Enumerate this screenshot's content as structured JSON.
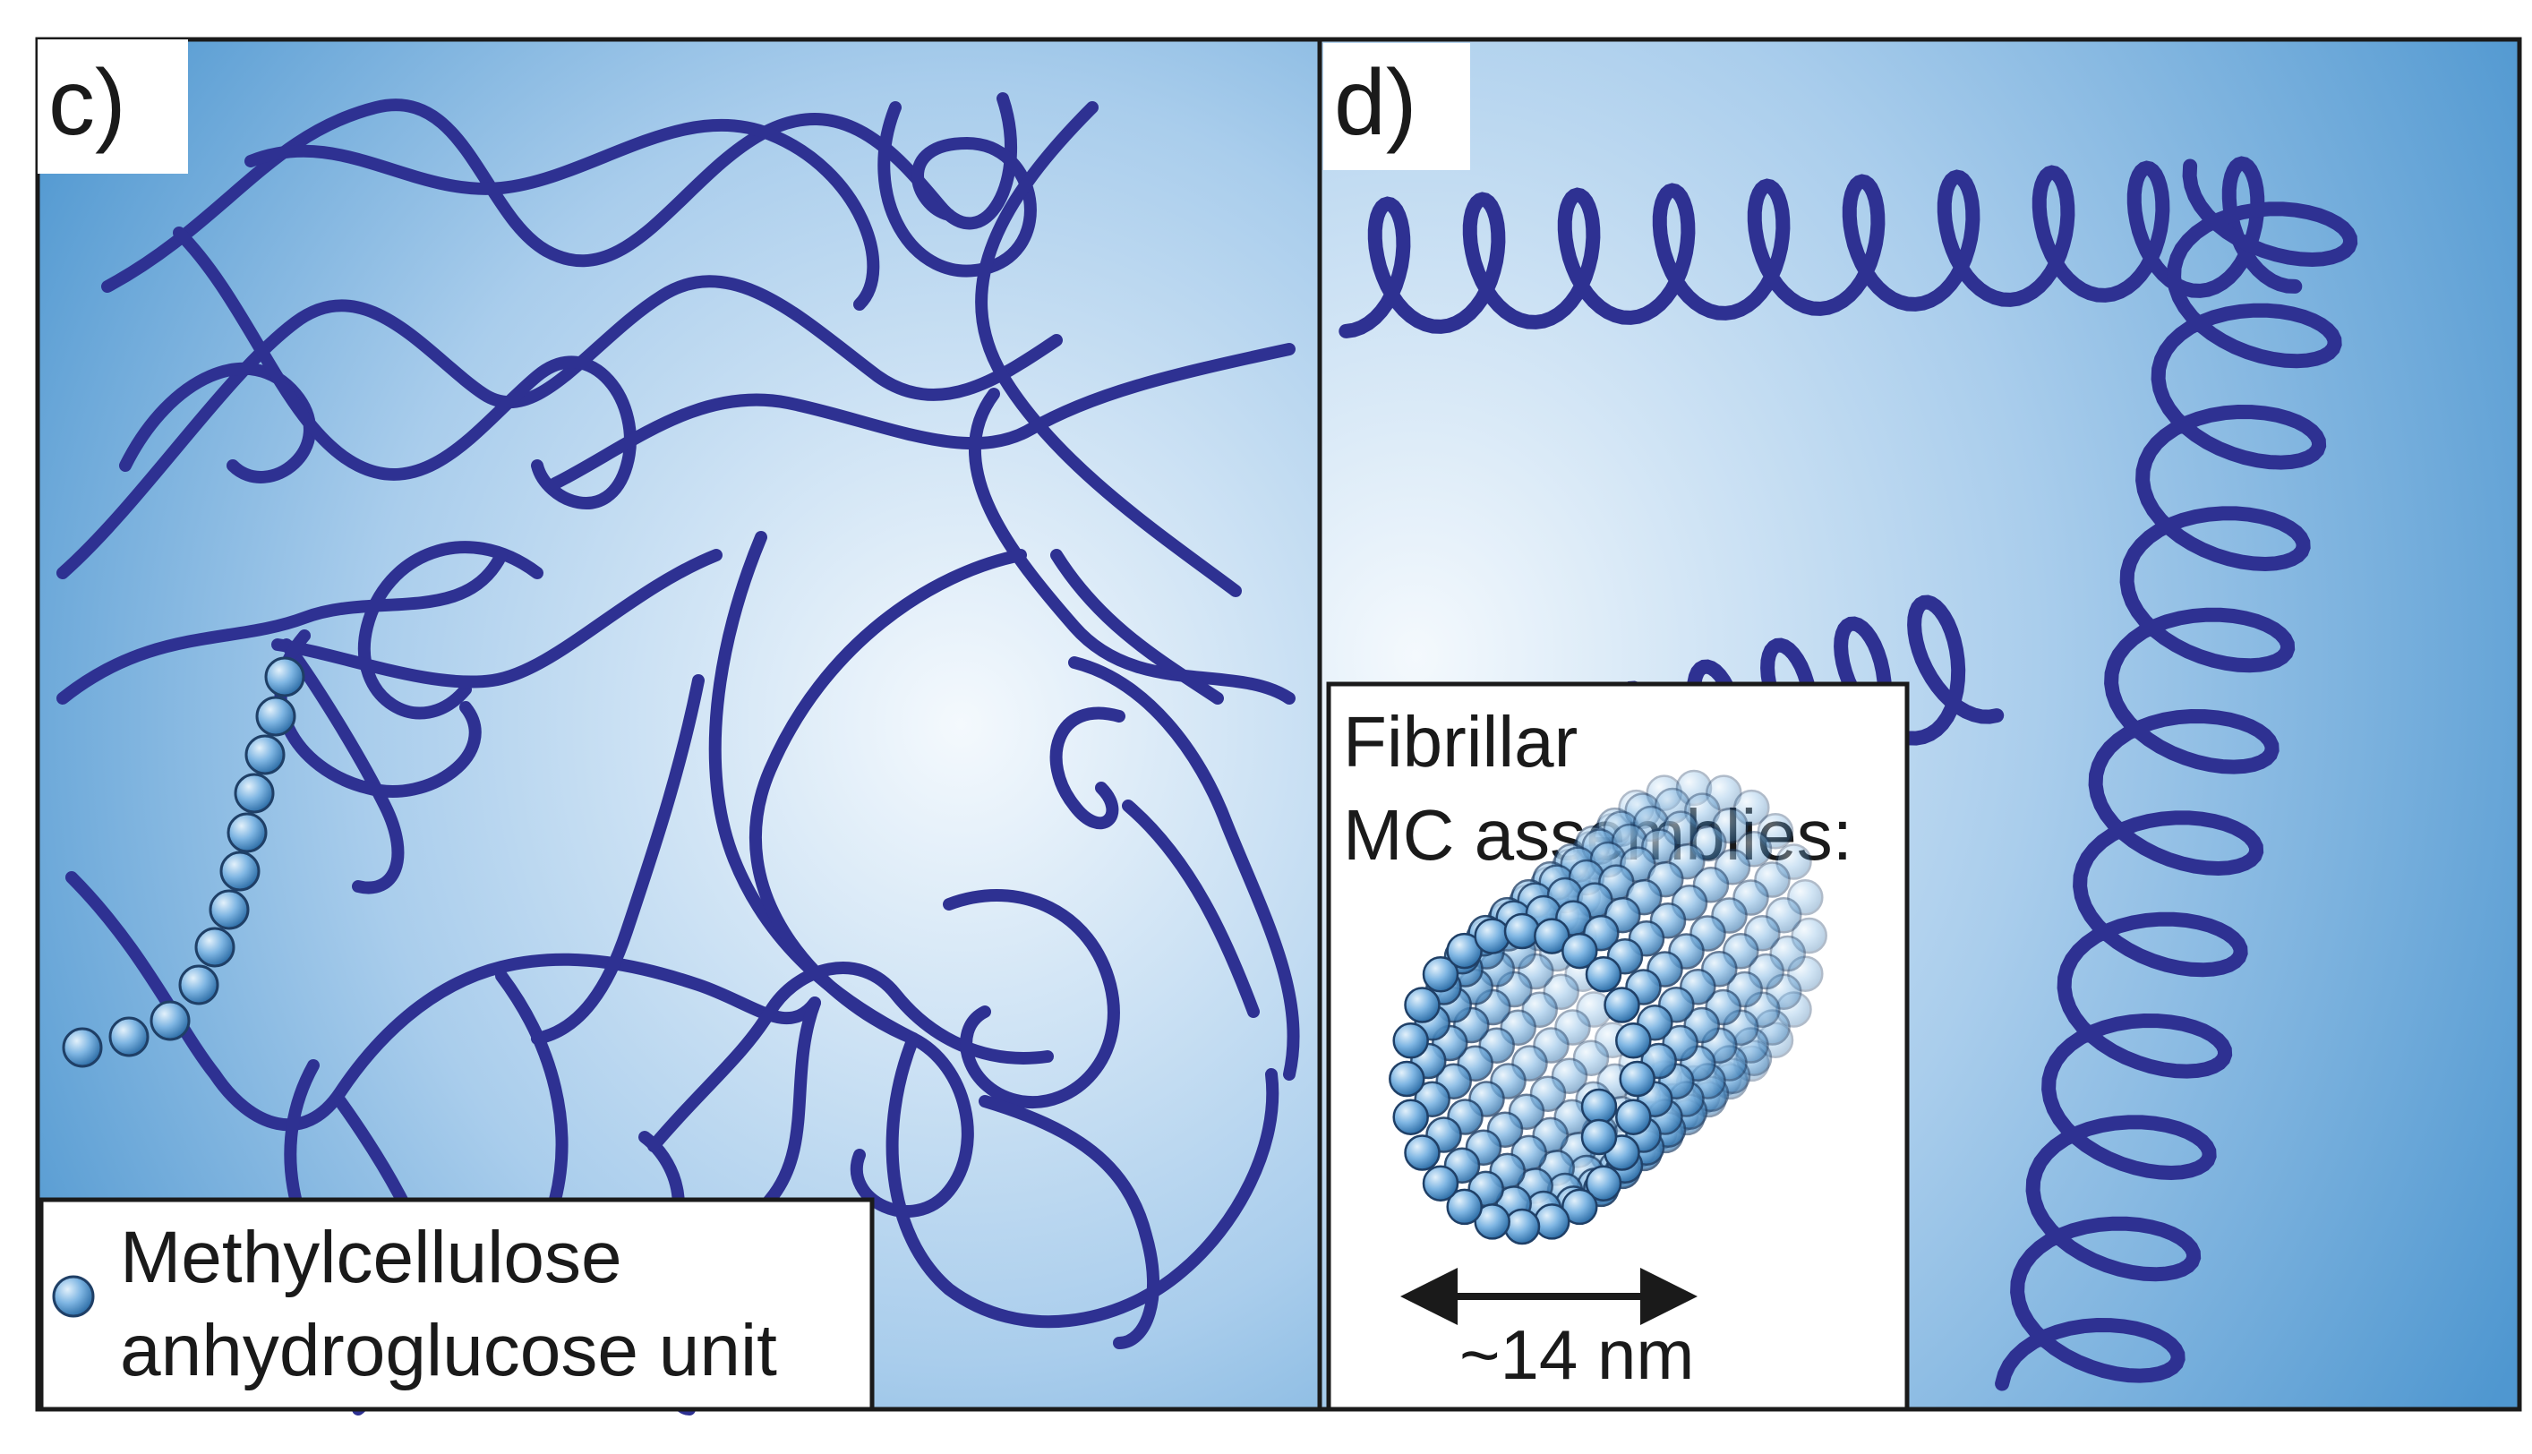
{
  "panels": {
    "c": {
      "label": "c)"
    },
    "d": {
      "label": "d)"
    }
  },
  "legend": {
    "line1": "Methylcellulose",
    "line2": "anhydroglucose unit"
  },
  "inset": {
    "title_line1": "Fibrillar",
    "title_line2": "MC assemblies:",
    "scale_label": "~14 nm"
  },
  "colors": {
    "chain": "#2e3192",
    "bead": "#5b9bd5",
    "panel_edge": "#4f97d0",
    "panel_center": "#f4f9fd"
  }
}
